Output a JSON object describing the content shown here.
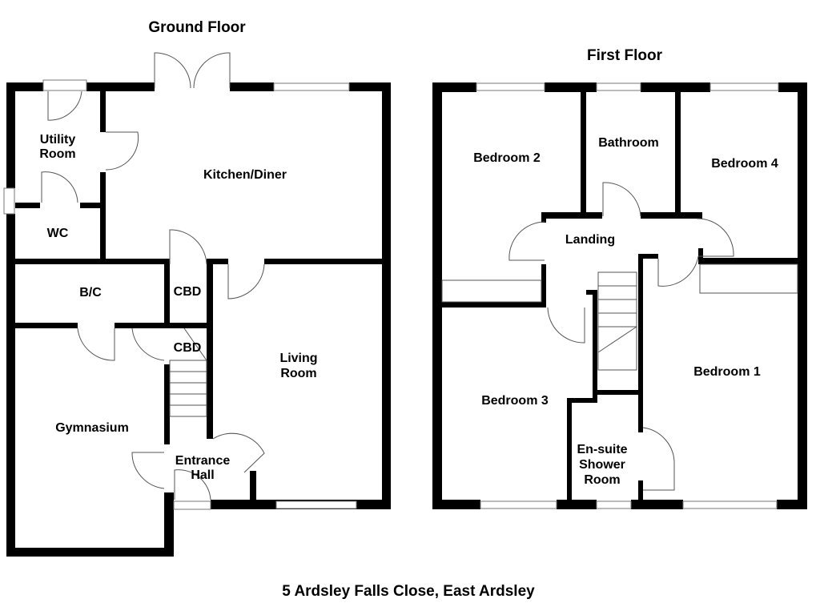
{
  "ground_floor": {
    "title": "Ground Floor",
    "rooms": {
      "utility_1": "Utility",
      "utility_2": "Room",
      "wc": "WC",
      "kitchen": "Kitchen/Diner",
      "bc": "B/C",
      "cbd_1": "CBD",
      "cbd_2": "CBD",
      "living_1": "Living",
      "living_2": "Room",
      "gymnasium": "Gymnasium",
      "hall_1": "Entrance",
      "hall_2": "Hall"
    }
  },
  "first_floor": {
    "title": "First Floor",
    "rooms": {
      "bedroom2": "Bedroom 2",
      "bathroom": "Bathroom",
      "bedroom4": "Bedroom 4",
      "landing": "Landing",
      "bedroom3": "Bedroom 3",
      "bedroom1": "Bedroom 1",
      "ensuite_1": "En-suite",
      "ensuite_2": "Shower",
      "ensuite_3": "Room"
    }
  },
  "address": "5 Ardsley Falls Close, East Ardsley"
}
